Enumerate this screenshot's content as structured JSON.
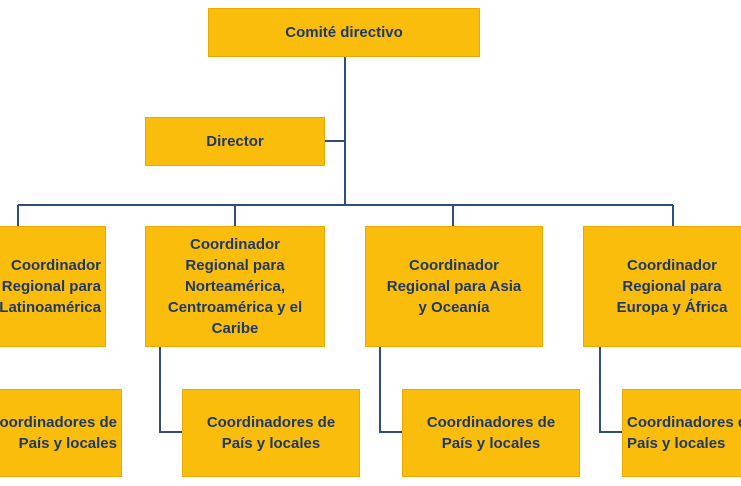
{
  "nodes": {
    "committee": "Comité directivo",
    "director": "Director",
    "coord_latam": "Coordinador\nRegional para\nLatinoamérica",
    "coord_na": "Coordinador\nRegional para\nNorteamérica,\nCentroamérica y el\nCaribe",
    "coord_asia": "Coordinador\nRegional para Asia\ny Oceanía",
    "coord_eu": "Coordinador\nRegional para\nEuropa y África",
    "local_latam": "Coordinadores de\nPaís y locales",
    "local_na": "Coordinadores de\nPaís y locales",
    "local_asia": "Coordinadores de\nPaís y locales",
    "local_eu": "Coordinadores de\nPaís y locales"
  },
  "colors": {
    "box_fill": "#fbbd0c",
    "text": "#1f3864",
    "connector": "#2f4f7a"
  }
}
